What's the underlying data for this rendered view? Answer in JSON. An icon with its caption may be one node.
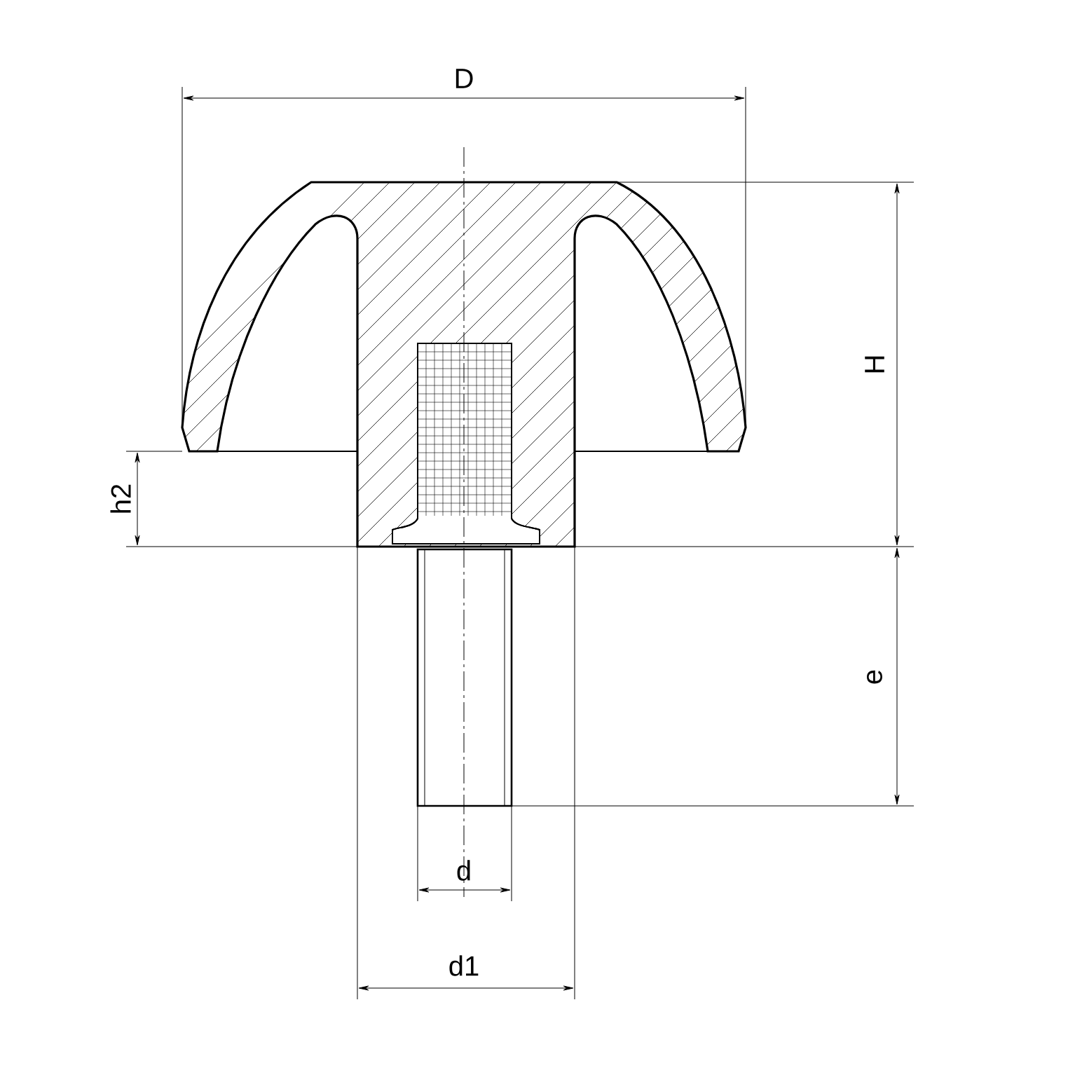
{
  "diagram": {
    "labels": [
      "D",
      "H",
      "h2",
      "e",
      "d",
      "d1"
    ]
  }
}
